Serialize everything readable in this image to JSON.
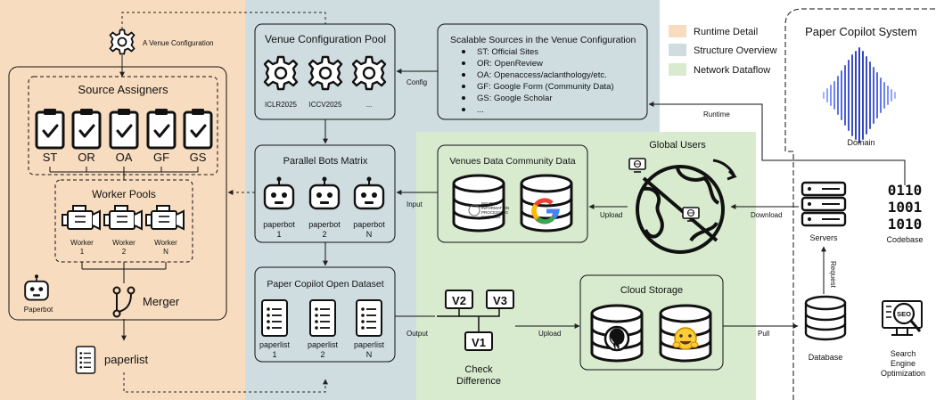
{
  "legend": [
    {
      "label": "Runtime Detail",
      "color": "#f8dcbf"
    },
    {
      "label": "Structure Overview",
      "color": "#cfdde1"
    },
    {
      "label": "Network Dataflow",
      "color": "#d8ebcf"
    }
  ],
  "top": {
    "venue_config_label": "A Venue Configuration"
  },
  "source_assigners": {
    "title": "Source Assigners",
    "items": [
      "ST",
      "OR",
      "OA",
      "GF",
      "GS"
    ]
  },
  "worker_pools": {
    "title": "Worker Pools",
    "workers": [
      {
        "line1": "Worker",
        "line2": "1"
      },
      {
        "line1": "Worker",
        "line2": "2"
      },
      {
        "line1": "Worker",
        "line2": "N"
      }
    ]
  },
  "runtime": {
    "paperbot_label": "Paperbot",
    "merger_label": "Merger",
    "paperlist_label": "paperlist"
  },
  "venue_pool": {
    "title": "Venue Configuration Pool",
    "items": [
      "ICLR2025",
      "ICCV2025",
      "..."
    ]
  },
  "sources_box": {
    "title": "Scalable Sources in the Venue Configuration",
    "items": [
      "ST: Official Sites",
      "OR: OpenReview",
      "OA: Openaccess/aclanthology/etc.",
      "GF: Google Form (Community Data)",
      "GS: Google Scholar",
      "..."
    ]
  },
  "bots": {
    "title": "Parallel Bots Matrix",
    "items": [
      {
        "line1": "paperbot",
        "line2": "1"
      },
      {
        "line1": "paperbot",
        "line2": "2"
      },
      {
        "line1": "paperbot",
        "line2": "N"
      }
    ]
  },
  "dataset": {
    "title": "Paper Copilot Open Dataset",
    "items": [
      {
        "line1": "paperlist",
        "line2": "1"
      },
      {
        "line1": "paperlist",
        "line2": "2"
      },
      {
        "line1": "paperlist",
        "line2": "N"
      }
    ]
  },
  "community": {
    "title": "Venues Data Community Data",
    "neurips_lines": [
      "NEURAL",
      "INFORMATION",
      "PROCESSING",
      "SYSTEMS"
    ]
  },
  "versions": {
    "items": [
      "V2",
      "V3",
      "V1"
    ],
    "label_line1": "Check",
    "label_line2": "Difference"
  },
  "cloud": {
    "title": "Cloud Storage"
  },
  "global_users": {
    "title": "Global Users"
  },
  "arrows": {
    "config": "Config",
    "input": "Input",
    "output": "Output",
    "upload1": "Upload",
    "upload2": "Upload",
    "download": "Download",
    "runtime": "Runtime",
    "pull": "Pull",
    "request": "Request"
  },
  "system": {
    "title": "Paper Copilot System",
    "domain": "Domain",
    "servers": "Servers",
    "codebase": "Codebase",
    "codebase_bits": [
      "0110",
      "1001",
      "1010"
    ],
    "database": "Database",
    "seo_line1": "Search",
    "seo_line2": "Engine",
    "seo_line3": "Optimization",
    "seo_badge": "SEO"
  }
}
